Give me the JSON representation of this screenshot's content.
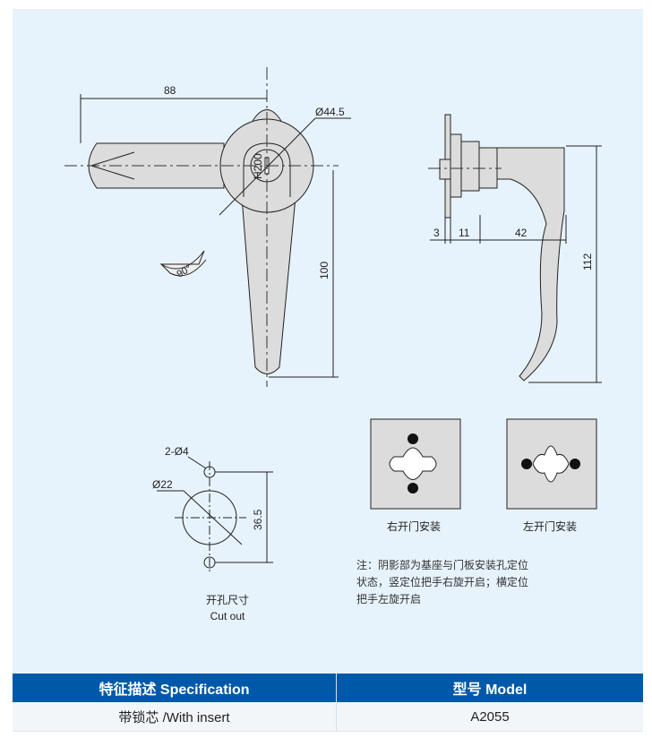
{
  "drawing": {
    "front_view": {
      "dim_width": "88",
      "dim_diameter": "Ø44.5",
      "key_code": "H200",
      "dim_height": "100",
      "rotation": "90°"
    },
    "side_view": {
      "dim_3": "3",
      "dim_11": "11",
      "dim_42": "42",
      "dim_112": "112"
    },
    "cutout": {
      "holes": "2-Ø4",
      "diameter": "Ø22",
      "spacing": "36.5",
      "label_cn": "开孔尺寸",
      "label_en": "Cut out"
    },
    "mounting": {
      "right_label": "右开门安装",
      "left_label": "左开门安装"
    },
    "note_lines": [
      "注：阴影部为基座与门板安装孔定位",
      "状态，竖定位把手右旋开启；横定位",
      "把手左旋开启"
    ]
  },
  "table": {
    "headers": [
      "特征描述 Specification",
      "型号 Model"
    ],
    "rows": [
      [
        "带锁芯 /With insert",
        "A2055"
      ]
    ]
  },
  "colors": {
    "header_bg": "#0059a8",
    "panel_bg": "#e7f3fc"
  }
}
